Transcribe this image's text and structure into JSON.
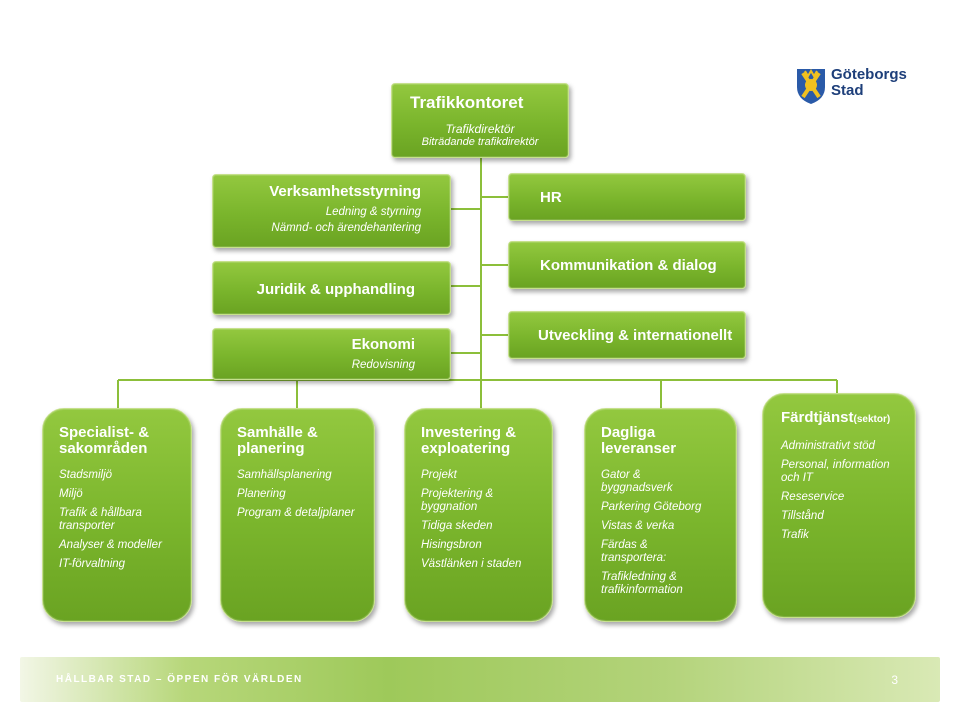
{
  "logo": {
    "line1": "Göteborgs",
    "line2": "Stad"
  },
  "top": {
    "title": "Trafikkontoret",
    "sub1": "Trafikdirektör",
    "sub2": "Biträdande trafikdirektör"
  },
  "left": [
    {
      "title": "Verksamhetsstyrning",
      "subs": [
        "Ledning & styrning",
        "Nämnd- och ärendehantering"
      ]
    },
    {
      "title": "Juridik & upphandling",
      "subs": []
    },
    {
      "title": "Ekonomi",
      "subs": [
        "Redovisning"
      ]
    }
  ],
  "right": [
    {
      "title": "HR"
    },
    {
      "title": "Kommunikation & dialog"
    },
    {
      "title": "Utveckling & internationellt"
    }
  ],
  "columns": [
    {
      "title": "Specialist- & sakområden",
      "items": [
        "Stadsmiljö",
        "Miljö",
        "Trafik & hållbara transporter",
        "Analyser & modeller",
        "IT-förvaltning"
      ]
    },
    {
      "title": "Samhälle & planering",
      "items": [
        "Samhällsplanering",
        "Planering",
        "Program & detaljplaner"
      ]
    },
    {
      "title": "Investering & exploatering",
      "items": [
        "Projekt",
        "Projektering & byggnation",
        "Tidiga skeden",
        "Hisingsbron",
        "Västlänken i staden"
      ]
    },
    {
      "title": "Dagliga leveranser",
      "items": [
        "Gator & byggnadsverk",
        "Parkering Göteborg",
        "Vistas & verka",
        "Färdas & transportera:",
        "Trafikledning & trafikinformation"
      ]
    },
    {
      "title": "Färdtjänst",
      "title_suffix": "(sektor)",
      "items": [
        "Administrativt stöd",
        "Personal, information och IT",
        "Reseservice",
        "Tillstånd",
        "Trafik"
      ]
    }
  ],
  "footer": {
    "text": "HÅLLBAR STAD – ÖPPEN FÖR VÄRLDEN",
    "page": "3"
  },
  "colors": {
    "box": "#7ab52c",
    "line": "#8cbf3a",
    "logo_text": "#1e3f7a"
  }
}
